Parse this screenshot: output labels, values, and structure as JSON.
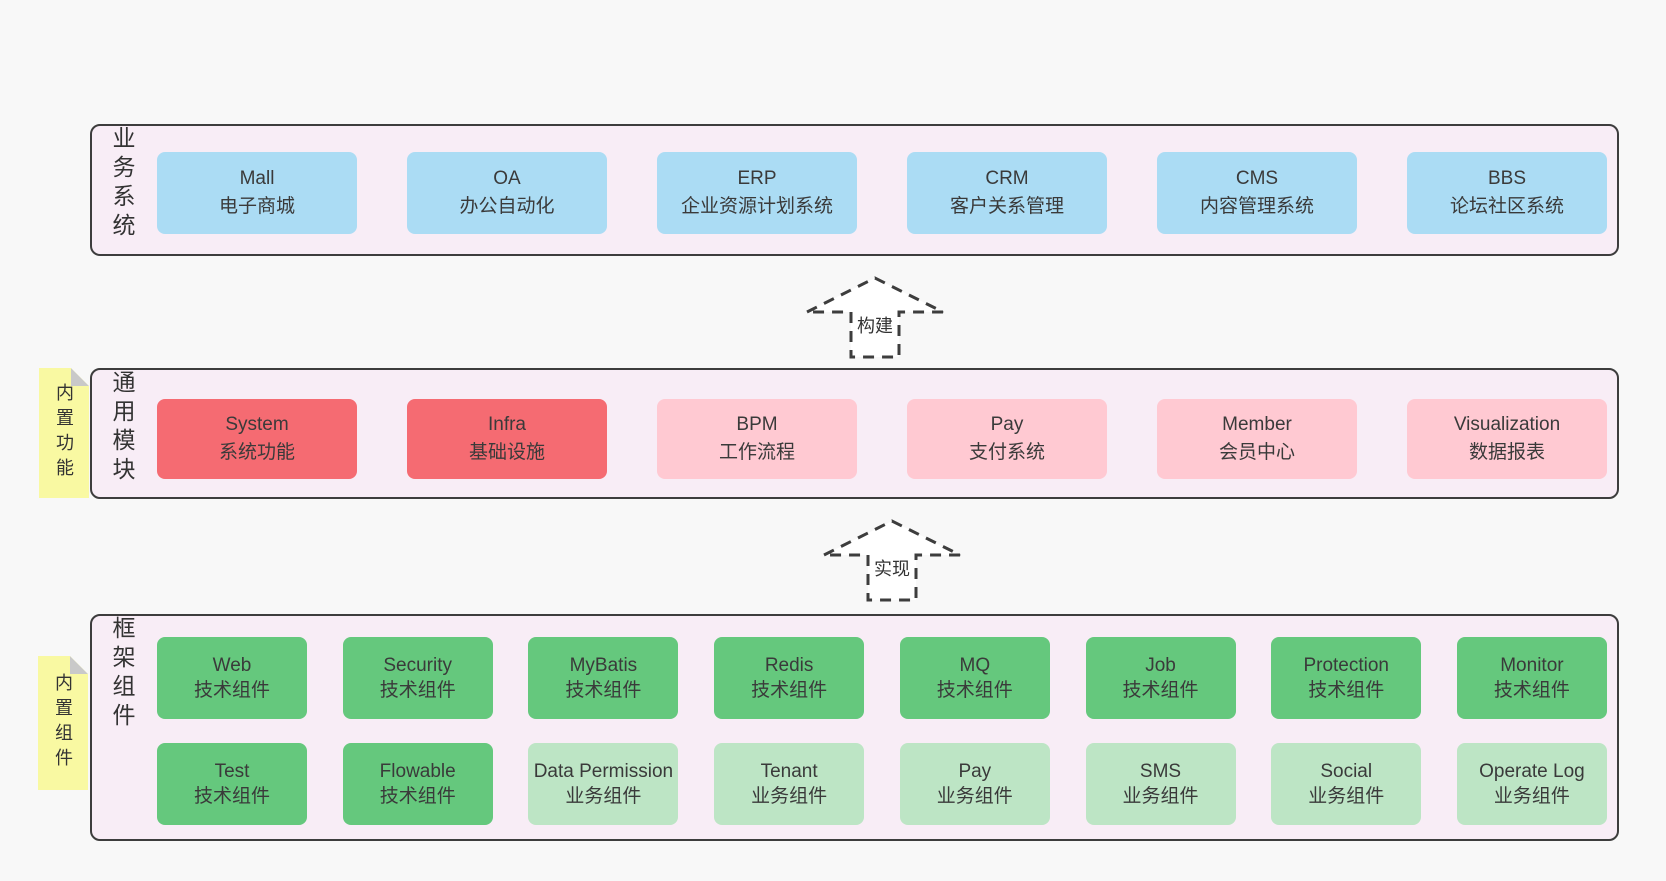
{
  "diagram": {
    "layers": [
      {
        "id": "business",
        "label": "业务系统",
        "rows": [
          [
            {
              "title": "Mall",
              "subtitle": "电子商城",
              "variant": "blue"
            },
            {
              "title": "OA",
              "subtitle": "办公自动化",
              "variant": "blue"
            },
            {
              "title": "ERP",
              "subtitle": "企业资源计划系统",
              "variant": "blue"
            },
            {
              "title": "CRM",
              "subtitle": "客户关系管理",
              "variant": "blue"
            },
            {
              "title": "CMS",
              "subtitle": "内容管理系统",
              "variant": "blue"
            },
            {
              "title": "BBS",
              "subtitle": "论坛社区系统",
              "variant": "blue"
            }
          ]
        ]
      },
      {
        "id": "modules",
        "label": "通用模块",
        "note": "内置功能",
        "rows": [
          [
            {
              "title": "System",
              "subtitle": "系统功能",
              "variant": "red"
            },
            {
              "title": "Infra",
              "subtitle": "基础设施",
              "variant": "red"
            },
            {
              "title": "BPM",
              "subtitle": "工作流程",
              "variant": "pink"
            },
            {
              "title": "Pay",
              "subtitle": "支付系统",
              "variant": "pink"
            },
            {
              "title": "Member",
              "subtitle": "会员中心",
              "variant": "pink"
            },
            {
              "title": "Visualization",
              "subtitle": "数据报表",
              "variant": "pink"
            }
          ]
        ]
      },
      {
        "id": "components",
        "label": "框架组件",
        "note": "内置组件",
        "rows": [
          [
            {
              "title": "Web",
              "subtitle": "技术组件",
              "variant": "green"
            },
            {
              "title": "Security",
              "subtitle": "技术组件",
              "variant": "green"
            },
            {
              "title": "MyBatis",
              "subtitle": "技术组件",
              "variant": "green"
            },
            {
              "title": "Redis",
              "subtitle": "技术组件",
              "variant": "green"
            },
            {
              "title": "MQ",
              "subtitle": "技术组件",
              "variant": "green"
            },
            {
              "title": "Job",
              "subtitle": "技术组件",
              "variant": "green"
            },
            {
              "title": "Protection",
              "subtitle": "技术组件",
              "variant": "green"
            },
            {
              "title": "Monitor",
              "subtitle": "技术组件",
              "variant": "green"
            }
          ],
          [
            {
              "title": "Test",
              "subtitle": "技术组件",
              "variant": "green"
            },
            {
              "title": "Flowable",
              "subtitle": "技术组件",
              "variant": "green"
            },
            {
              "title": "Data Permission",
              "subtitle": "业务组件",
              "variant": "green-light"
            },
            {
              "title": "Tenant",
              "subtitle": "业务组件",
              "variant": "green-light"
            },
            {
              "title": "Pay",
              "subtitle": "业务组件",
              "variant": "green-light"
            },
            {
              "title": "SMS",
              "subtitle": "业务组件",
              "variant": "green-light"
            },
            {
              "title": "Social",
              "subtitle": "业务组件",
              "variant": "green-light"
            },
            {
              "title": "Operate Log",
              "subtitle": "业务组件",
              "variant": "green-light"
            }
          ]
        ]
      }
    ],
    "arrows": [
      {
        "label": "构建"
      },
      {
        "label": "实现"
      }
    ]
  },
  "colors": {
    "page_bg": "#f8f8f8",
    "layer_bg": "#f8edf6",
    "layer_border": "#3d3d3d",
    "blue": "#abdcf4",
    "red": "#f56b72",
    "pink": "#ffc9d2",
    "green": "#65c87d",
    "green_light": "#bde5c5",
    "note_bg": "#f9f9a2",
    "note_fold": "#c9c9c9",
    "text": "#3a3a3a",
    "arrow_stroke": "#3d3d3d",
    "arrow_fill": "#ffffff"
  }
}
